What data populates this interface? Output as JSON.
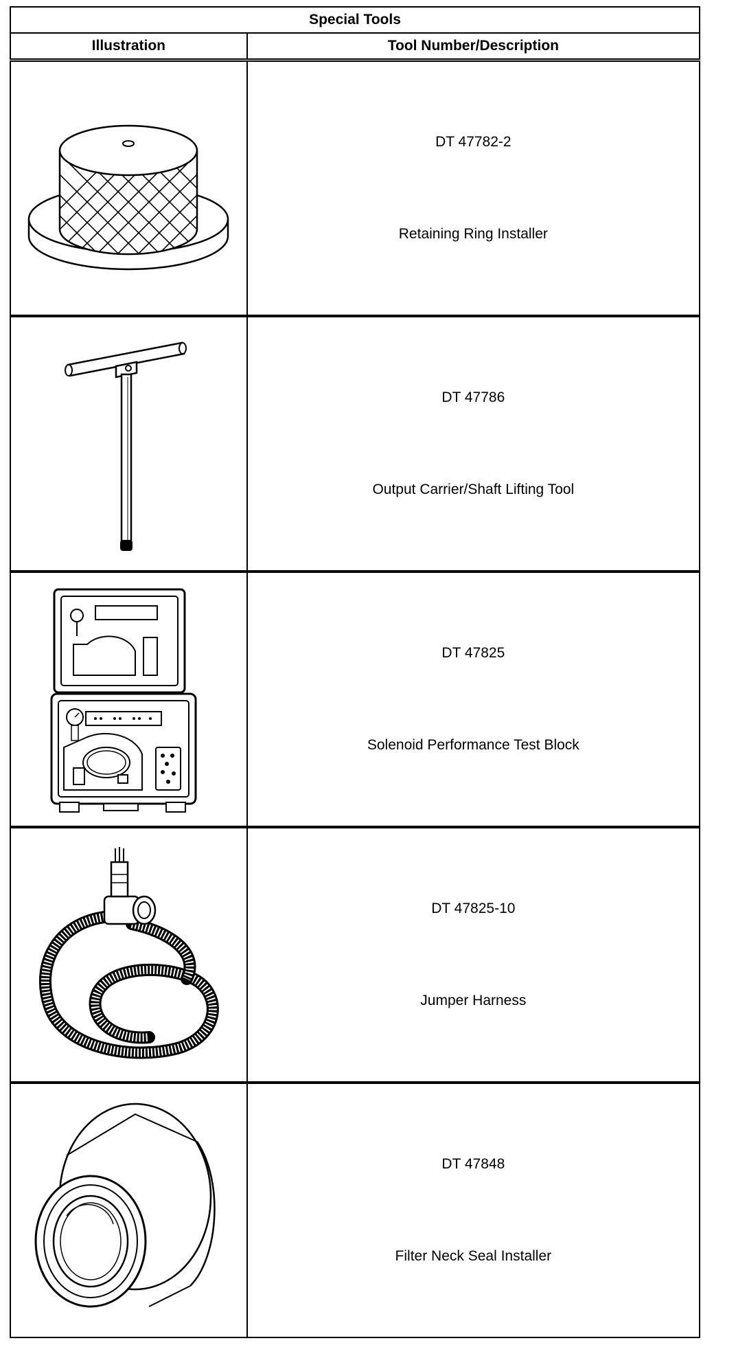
{
  "table": {
    "title": "Special Tools",
    "headers": {
      "illustration": "Illustration",
      "description": "Tool Number/Description"
    },
    "rows": [
      {
        "tool_number": "DT 47782-2",
        "description": "Retaining Ring Installer",
        "icon": "retaining-ring-installer-icon"
      },
      {
        "tool_number": "DT 47786",
        "description": "Output Carrier/Shaft Lifting Tool",
        "icon": "t-handle-lifting-tool-icon"
      },
      {
        "tool_number": "DT 47825",
        "description": "Solenoid Performance Test Block",
        "icon": "test-kit-case-icon"
      },
      {
        "tool_number": "DT 47825-10",
        "description": "Jumper Harness",
        "icon": "jumper-harness-icon"
      },
      {
        "tool_number": "DT 47848",
        "description": "Filter Neck Seal Installer",
        "icon": "seal-installer-icon"
      }
    ]
  },
  "colors": {
    "line": "#000000",
    "background": "#ffffff"
  }
}
